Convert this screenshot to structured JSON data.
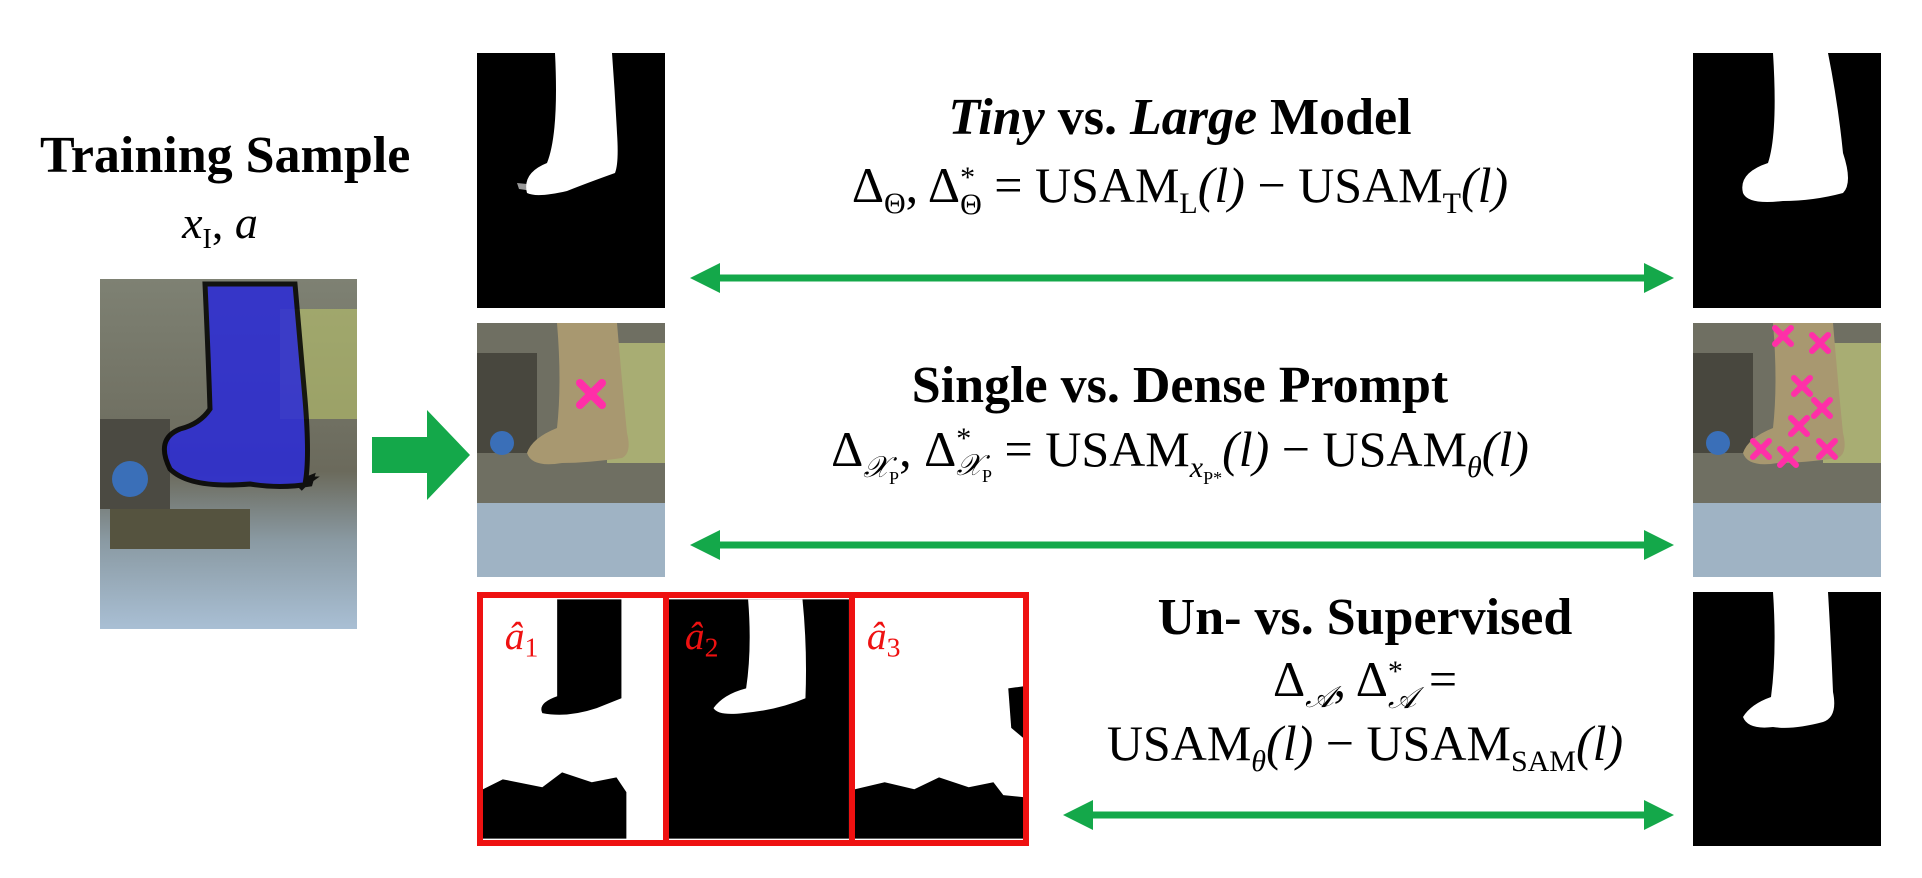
{
  "training": {
    "title": "Training Sample",
    "subtitle_x": "x",
    "subtitle_x_sub": "I",
    "subtitle_sep": ", ",
    "subtitle_a": "a"
  },
  "rows": [
    {
      "title_a": "Tiny",
      "title_mid": " vs. ",
      "title_b": "Large",
      "title_end": " Model",
      "f_delta": "Δ",
      "f_sub1": "Θ",
      "f_comma": ", ",
      "f_star": "*",
      "f_sub2": "Θ",
      "f_eq": " = ",
      "f_usam1": "USAM",
      "f_usam1_sub": "L",
      "f_arg1": "(l)",
      "f_minus": " − ",
      "f_usam2": "USAM",
      "f_usam2_sub": "T",
      "f_arg2": "(l)"
    },
    {
      "title": "Single vs. Dense Prompt",
      "f_delta": "Δ",
      "f_sub1": "𝒳",
      "f_sub1_sub": "P",
      "f_comma": ", ",
      "f_star": "*",
      "f_sub2": "𝒳",
      "f_sub2_sub": "P",
      "f_eq": " = ",
      "f_usam1": "USAM",
      "f_usam1_sub": "x",
      "f_usam1_subsub": "P*",
      "f_arg1": "(l)",
      "f_minus": " − ",
      "f_usam2": "USAM",
      "f_usam2_sub": "θ",
      "f_arg2": "(l)"
    },
    {
      "title": "Un- vs. Supervised",
      "f_delta": "Δ",
      "f_sub1": "𝒜",
      "f_comma": ", ",
      "f_star": "*",
      "f_sub2": "𝒜",
      "f_eq": " =",
      "f_usam1": "USAM",
      "f_usam1_sub": "θ",
      "f_arg1": "(l)",
      "f_minus": " − ",
      "f_usam2": "USAM",
      "f_usam2_sub": "SAM",
      "f_arg2": "(l)"
    }
  ],
  "masks": {
    "label_base": "â",
    "labels": [
      "1",
      "2",
      "3"
    ]
  },
  "colors": {
    "arrow_green": "#14a84a",
    "mask_border_red": "#ee1111",
    "mask_label_red": "#ee1111",
    "overlay_blue": "#2a2ad8",
    "prompt_pink": "#ff2fa8"
  },
  "icons": {
    "right_arrow": "right-arrow-icon",
    "double_arrow": "double-headed-arrow-icon",
    "prompt_marker": "x-marker-icon"
  }
}
